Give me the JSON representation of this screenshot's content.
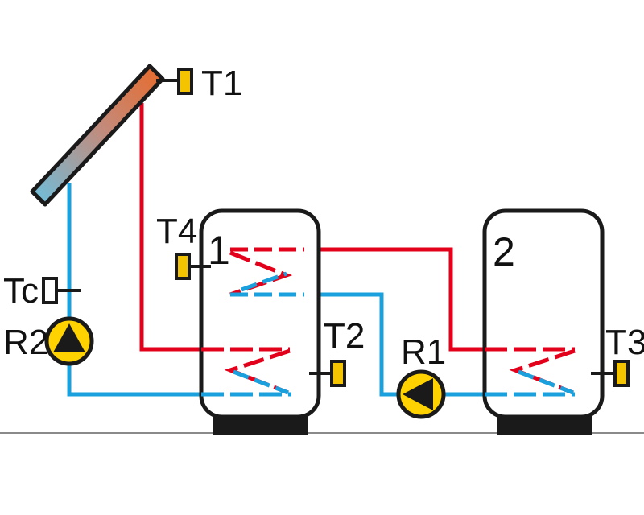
{
  "labels": {
    "t1": "T1",
    "t2": "T2",
    "t3": "T3",
    "t4": "T4",
    "tc": "Tc",
    "r1": "R1",
    "r2": "R2"
  },
  "tanks": {
    "tank1": "1",
    "tank2": "2"
  },
  "colors": {
    "hot": "#e2001a",
    "cold": "#1aa0dd",
    "pump": "#ffd200",
    "sensor": "#f5c400",
    "outline": "#1a1a1a",
    "base": "#1a1a1a",
    "floor": "#8a8a8a",
    "collector_hot": "#e86a2a",
    "collector_cold": "#6cc0de"
  },
  "icons": {
    "pump": "circulation-pump-icon",
    "sensor": "temperature-sensor-icon",
    "collector": "solar-collector-icon"
  }
}
